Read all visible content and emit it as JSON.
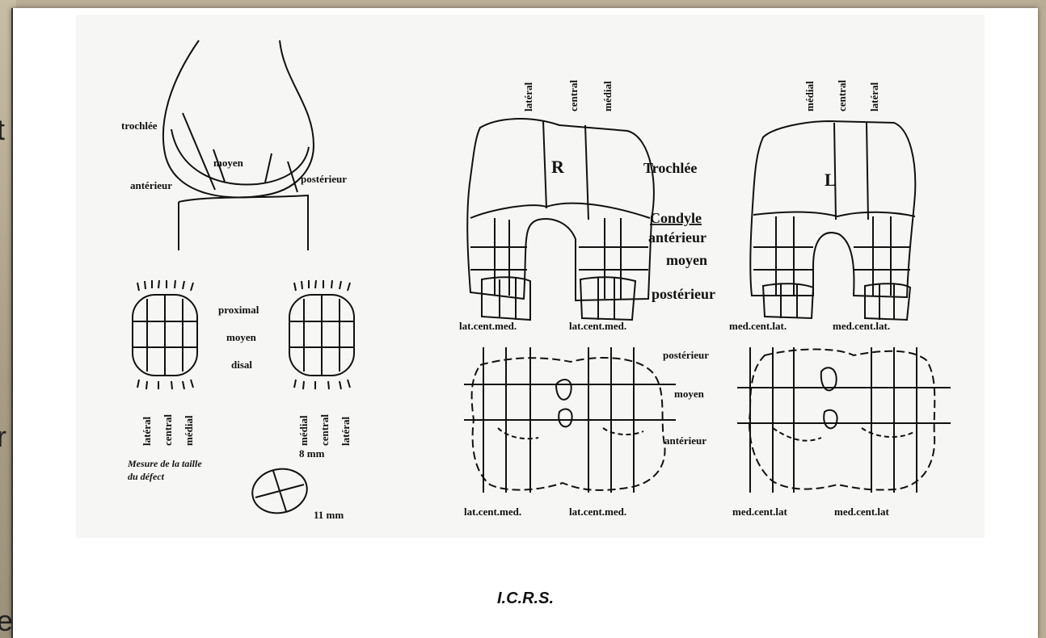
{
  "left_edge_glyphs": [
    "t",
    "r",
    "e"
  ],
  "caption": "I.C.R.S.",
  "knee_side": {
    "trochlee": "trochlée",
    "moyen": "moyen",
    "anterieur": "antérieur",
    "posterieur": "postérieur"
  },
  "patella": {
    "proximal": "proximal",
    "moyen": "moyen",
    "distal": "disal",
    "left_cols": [
      "latéral",
      "central",
      "médial"
    ],
    "right_cols": [
      "médial",
      "central",
      "latéral"
    ]
  },
  "defect": {
    "title_line1": "Mesure de la taille",
    "title_line2": "du défect",
    "dim1": "8 mm",
    "dim2": "11 mm"
  },
  "femur_right": {
    "cols": [
      "latéral",
      "central",
      "médial"
    ],
    "letter": "R",
    "bottom_label_1": "lat.cent.med.",
    "bottom_label_2": "lat.cent.med."
  },
  "femur_left": {
    "cols": [
      "médial",
      "central",
      "latéral"
    ],
    "letter": "L",
    "bottom_label_1": "med.cent.lat.",
    "bottom_label_2": "med.cent.lat."
  },
  "middle_labels": {
    "trochlee": "Trochlée",
    "condyle": "Condyle",
    "anterieur": "antérieur",
    "moyen": "moyen",
    "posterieur": "postérieur"
  },
  "tibia_labels": {
    "posterieur": "postérieur",
    "moyen": "moyen",
    "anterieur": "antérieur"
  },
  "tibia_right": {
    "label_1": "lat.cent.med.",
    "label_2": "lat.cent.med."
  },
  "tibia_left": {
    "label_1": "med.cent.lat",
    "label_2": "med.cent.lat"
  }
}
